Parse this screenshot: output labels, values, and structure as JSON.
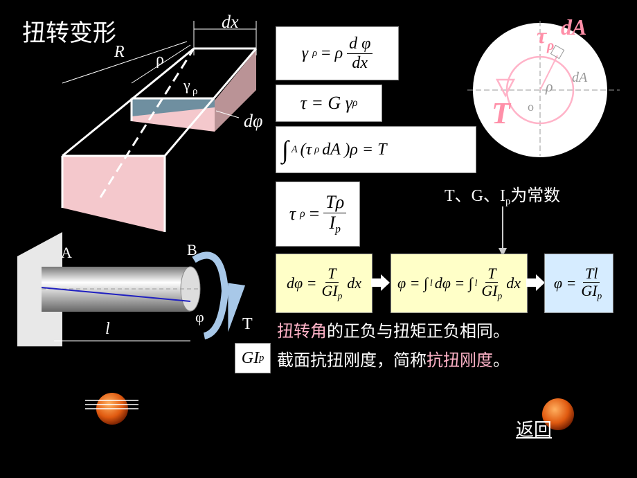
{
  "title": "扭转变形",
  "box_labels": {
    "dx": "dx",
    "R": "R",
    "rho": "ρ",
    "gamma": "γ",
    "gamma_sub": "ρ",
    "dphi": "dφ"
  },
  "shaft_labels": {
    "A": "A",
    "B": "B",
    "l": "l",
    "phi": "φ",
    "T": "T"
  },
  "circle_labels": {
    "tau": "τ",
    "tau_sub": "ρ",
    "dA": "dA",
    "T": "T",
    "rho": "ρ",
    "dA2": "dA",
    "o": "o"
  },
  "formulas": {
    "f1": {
      "lhs": "γ",
      "lhs_sub": "ρ",
      "eq": "=",
      "rho": "ρ",
      "num": "d φ",
      "den": "dx"
    },
    "f2": {
      "text": "τ = G γ",
      "sub": "ρ"
    },
    "f3": {
      "int": "∫",
      "int_sub": "A",
      "body": "(τ",
      "sub": "ρ",
      "rest": "dA )ρ = T"
    },
    "f4": {
      "lhs": "τ",
      "lhs_sub": "ρ",
      "eq": "=",
      "num": "Tρ",
      "den": "I",
      "den_sub": "p"
    },
    "f5": {
      "lhs": "dφ =",
      "num": "T",
      "den": "GI",
      "den_sub": "p",
      "tail": "dx"
    },
    "f6": {
      "lhs": "φ = ∫",
      "lsub": "l",
      "mid": "dφ = ∫",
      "msub": "l",
      "num": "T",
      "den": "GI",
      "den_sub": "p",
      "tail": "dx"
    },
    "f7": {
      "lhs": "φ =",
      "num": "Tl",
      "den": "GI",
      "den_sub": "p"
    },
    "gip": {
      "text": "GI",
      "sub": "p"
    }
  },
  "constants_note": {
    "pre": "T、G、I",
    "sub": "p",
    "post": "为常数"
  },
  "line1": {
    "highlight": "扭转角",
    "rest": "的正负与扭矩正负相同。"
  },
  "line2": {
    "pre": "截面抗扭刚度，简称",
    "highlight": "抗扭刚度",
    "post": "。"
  },
  "back_link": "返回",
  "colors": {
    "background": "#000000",
    "highlight": "#ffb3c8",
    "formula_yellow": "#ffffc8",
    "formula_blue": "#d6ecff"
  }
}
